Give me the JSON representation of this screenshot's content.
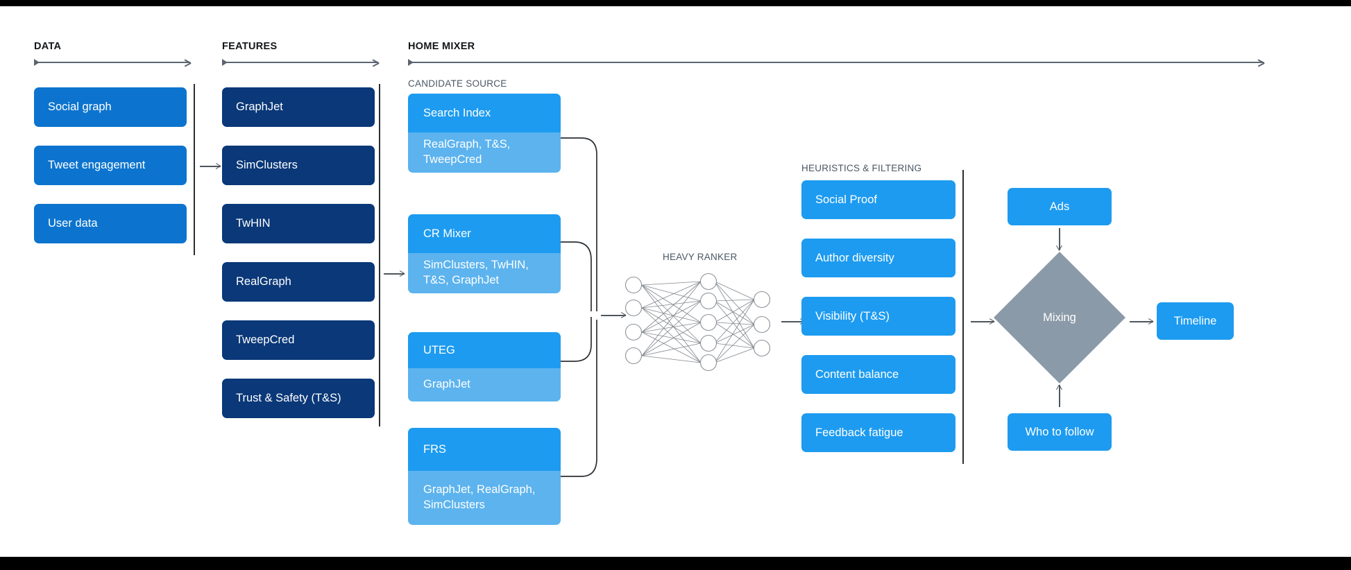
{
  "sections": {
    "data": {
      "title": "DATA"
    },
    "features": {
      "title": "FEATURES"
    },
    "home_mixer": {
      "title": "HOME MIXER"
    },
    "candidate_source": {
      "title": "CANDIDATE SOURCE"
    },
    "heavy_ranker": {
      "title": "HEAVY RANKER"
    },
    "heuristics": {
      "title": "HEURISTICS & FILTERING"
    }
  },
  "data_boxes": [
    {
      "label": "Social graph"
    },
    {
      "label": "Tweet engagement"
    },
    {
      "label": "User data"
    }
  ],
  "feature_boxes": [
    {
      "label": "GraphJet"
    },
    {
      "label": "SimClusters"
    },
    {
      "label": "TwHIN"
    },
    {
      "label": "RealGraph"
    },
    {
      "label": "TweepCred"
    },
    {
      "label": "Trust & Safety (T&S)"
    }
  ],
  "candidate_sources": [
    {
      "name": "Search Index",
      "features": "RealGraph, T&S,\nTweepCred"
    },
    {
      "name": "CR Mixer",
      "features": "SimClusters, TwHIN,\nT&S, GraphJet"
    },
    {
      "name": "UTEG",
      "features": "GraphJet"
    },
    {
      "name": "FRS",
      "features": "GraphJet, RealGraph,\nSimClusters"
    }
  ],
  "heuristics_boxes": [
    {
      "label": "Social Proof"
    },
    {
      "label": "Author diversity"
    },
    {
      "label": "Visibility (T&S)"
    },
    {
      "label": "Content balance"
    },
    {
      "label": "Feedback fatigue"
    }
  ],
  "output_stage": {
    "ads": "Ads",
    "mixing": "Mixing",
    "timeline": "Timeline",
    "who_to_follow": "Who to follow"
  },
  "neural_net": {
    "input_nodes": 4,
    "hidden_nodes": 5,
    "output_nodes": 3
  },
  "colors": {
    "data_blue": "#0c74ce",
    "feature_navy": "#0a3878",
    "source_header": "#1d9bf0",
    "source_body": "#5cb3ee",
    "mixing_gray": "#8b9aa8",
    "rail_gray": "#5b6570",
    "divider": "#2b2f33",
    "background": "#ffffff"
  }
}
